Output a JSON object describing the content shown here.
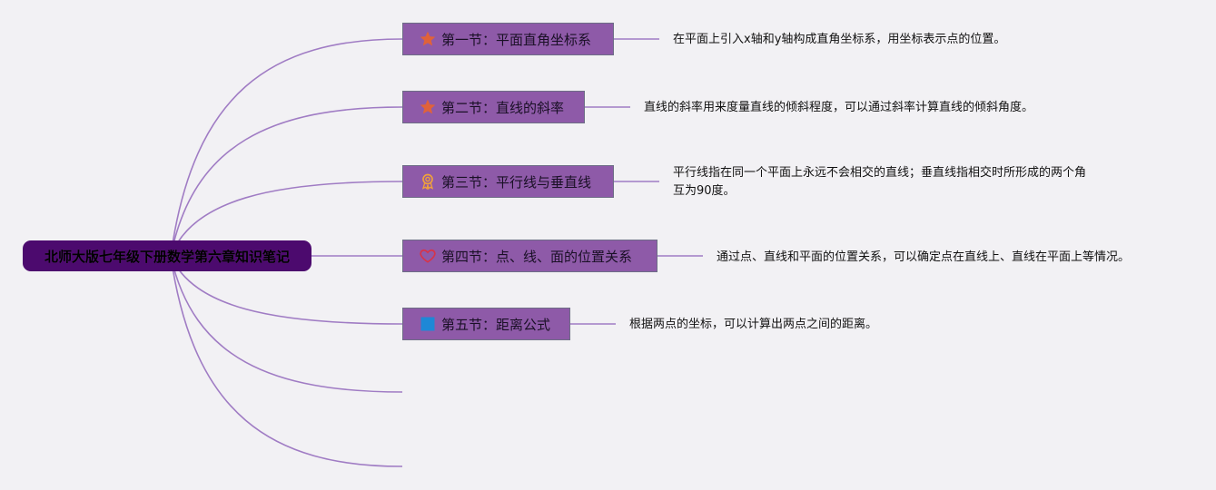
{
  "root": {
    "label": "北师大版七年级下册数学第六章知识笔记"
  },
  "topics": [
    {
      "label": "第一节：平面直角坐标系",
      "icon": "star-icon",
      "icon_color": "#e0623a",
      "desc_lines": [
        "在平面上引入x轴和y轴构成直角坐标系，用坐标表示点的位置。"
      ]
    },
    {
      "label": "第二节：直线的斜率",
      "icon": "star-icon",
      "icon_color": "#e0623a",
      "desc_lines": [
        "直线的斜率用来度量直线的倾斜程度，可以通过斜率计算直线的倾斜角度。"
      ]
    },
    {
      "label": "第三节：平行线与垂直线",
      "icon": "medal-icon",
      "icon_color": "#f0a23a",
      "desc_lines": [
        "平行线指在同一个平面上永远不会相交的直线；垂直线指相交时所形成的两个角",
        "互为90度。"
      ]
    },
    {
      "label": "第四节：点、线、面的位置关系",
      "icon": "heart-icon",
      "icon_color": "#d6344a",
      "desc_lines": [
        "通过点、直线和平面的位置关系，可以确定点在直线上、直线在平面上等情况。"
      ]
    },
    {
      "label": "第五节：距离公式",
      "icon": "square-icon",
      "icon_color": "#1e88d6",
      "desc_lines": [
        "根据两点的坐标，可以计算出两点之间的距离。"
      ]
    }
  ],
  "colors": {
    "background": "#f2f1f4",
    "root": "#4c0a6e",
    "topic": "#8e5aa8",
    "link": "#a07cc4"
  }
}
